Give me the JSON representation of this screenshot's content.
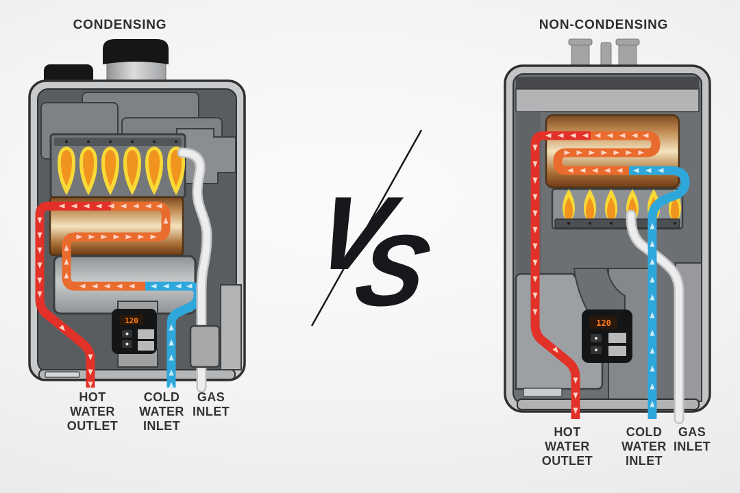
{
  "comparison": {
    "vs_separator": {
      "letter_v": "V",
      "letter_s": "S"
    },
    "left_unit": {
      "title": "CONDENSING",
      "display_value": "120",
      "pipe_labels": {
        "hot_water_outlet": [
          "HOT",
          "WATER",
          "OUTLET"
        ],
        "cold_water_inlet": [
          "COLD",
          "WATER",
          "INLET"
        ],
        "gas_inlet": [
          "GAS",
          "INLET"
        ]
      }
    },
    "right_unit": {
      "title": "NON-CONDENSING",
      "display_value": "120",
      "pipe_labels": {
        "hot_water_outlet": [
          "HOT",
          "WATER",
          "OUTLET"
        ],
        "cold_water_inlet": [
          "COLD",
          "WATER",
          "INLET"
        ],
        "gas_inlet": [
          "GAS",
          "INLET"
        ]
      }
    }
  },
  "colors": {
    "hot_pipe": "#e23128",
    "warm_pipe": "#e96b2e",
    "cold_pipe": "#2ea7db",
    "gas_pipe": "#ededee",
    "flame_outer": "#f8d937",
    "flame_inner": "#f0941f",
    "copper_exchanger": "#c08a52",
    "case_gray": "#c9cacb",
    "interior_gray": "#5a5d60",
    "vs_text": "#16181b",
    "label_text": "#323334",
    "display_digits": "#ff7d1a"
  }
}
